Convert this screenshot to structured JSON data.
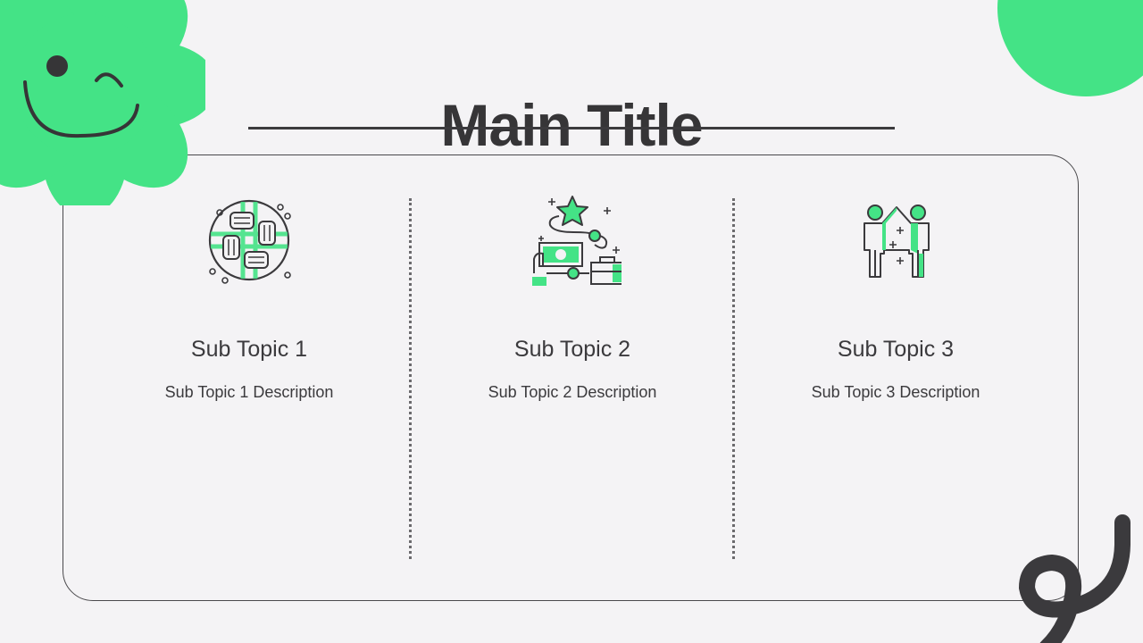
{
  "slide": {
    "title": "Main Title",
    "colors": {
      "background": "#f4f3f5",
      "accent": "#44e386",
      "ink": "#3b3a3d"
    },
    "topics": [
      {
        "title": "Sub Topic 1",
        "description": "Sub Topic 1 Description",
        "icon": "teamwork-hands-icon"
      },
      {
        "title": "Sub Topic 2",
        "description": "Sub Topic 2 Description",
        "icon": "money-reward-icon"
      },
      {
        "title": "Sub Topic 3",
        "description": "Sub Topic 3 Description",
        "icon": "high-five-icon"
      }
    ],
    "decorations": [
      "winking-flower-icon",
      "green-circle-shape",
      "squiggle-shape"
    ]
  }
}
